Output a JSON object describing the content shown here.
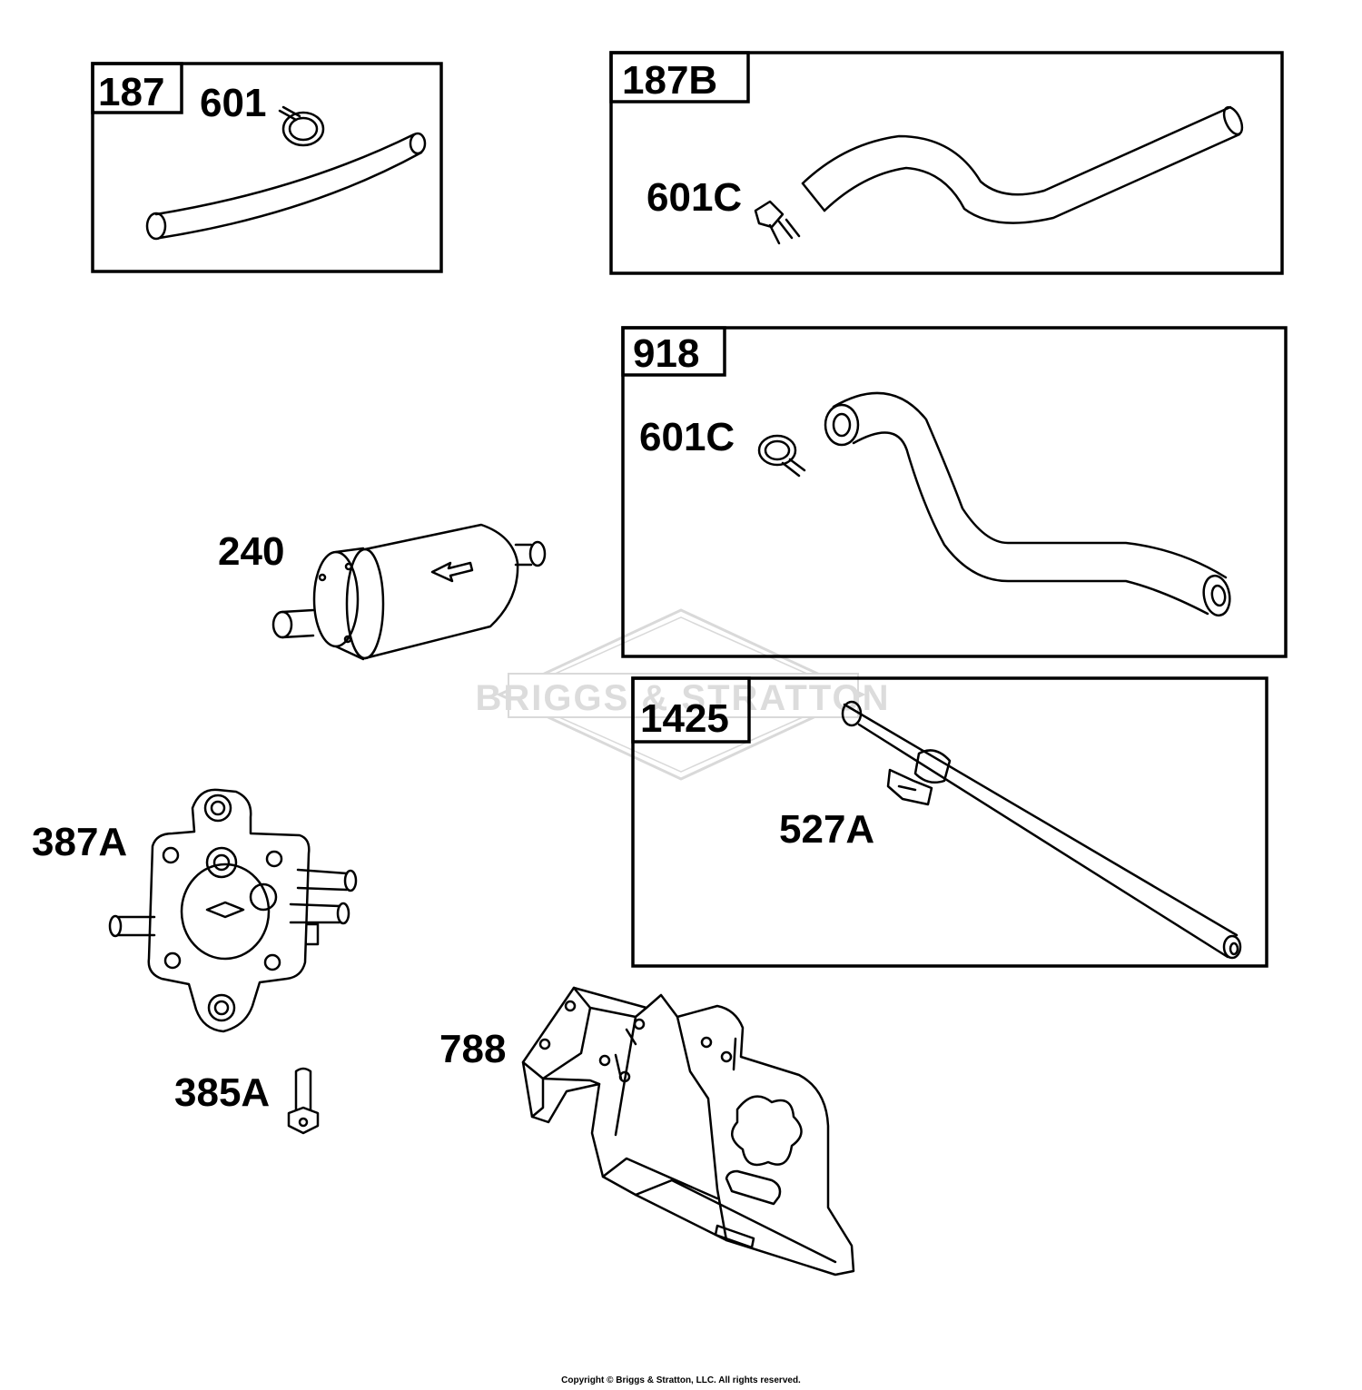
{
  "watermark": {
    "brand": "BRIGGS & STRATTON"
  },
  "groups": [
    {
      "id": "187",
      "label": "187",
      "parts": [
        {
          "label": "601"
        }
      ]
    },
    {
      "id": "187B",
      "label": "187B",
      "parts": [
        {
          "label": "601C"
        }
      ]
    },
    {
      "id": "918",
      "label": "918",
      "parts": [
        {
          "label": "601C"
        }
      ]
    },
    {
      "id": "1425",
      "label": "1425",
      "parts": [
        {
          "label": "527A"
        }
      ]
    }
  ],
  "parts": [
    {
      "id": "240",
      "label": "240",
      "name": "fuel-filter"
    },
    {
      "id": "387A",
      "label": "387A",
      "name": "fuel-pump"
    },
    {
      "id": "385A",
      "label": "385A",
      "name": "screw"
    },
    {
      "id": "788",
      "label": "788",
      "name": "bracket"
    }
  ],
  "footer": {
    "copyright": "Copyright © Briggs & Stratton, LLC. All rights reserved."
  },
  "colors": {
    "line": "#000000",
    "background": "#ffffff",
    "watermark": "#d9d9d9"
  }
}
